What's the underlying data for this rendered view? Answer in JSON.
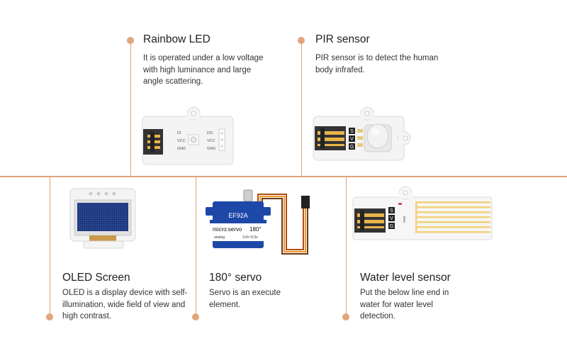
{
  "items": [
    {
      "title": "Rainbow LED",
      "desc": "It is operated under a low voltage with high luminance and large angle scattering."
    },
    {
      "title": "PIR sensor",
      "desc": "PIR sensor is to detect the human body infrafed."
    },
    {
      "title": "OLED Screen",
      "desc": "OLED is a display device with self-illumination, wide field of view and high contrast."
    },
    {
      "title": "180° servo",
      "desc": "Servo is an execute element."
    },
    {
      "title": "Water level sensor",
      "desc": "Put the below line end in water for water level detection."
    }
  ],
  "labels": {
    "pin_di": "DI",
    "pin_do": "DO",
    "pin_vcc": "VCC",
    "pin_gnd": "GND",
    "pin_s": "S",
    "pin_v": "V",
    "pin_g": "G",
    "servo_model": "EF92A",
    "servo_brand": "micro:servo",
    "servo_angle": "180°",
    "servo_sub1": "analog",
    "servo_sub2": "3.0v~5.5v",
    "water_max": "max"
  },
  "colors": {
    "accent": "#e2a57a"
  }
}
